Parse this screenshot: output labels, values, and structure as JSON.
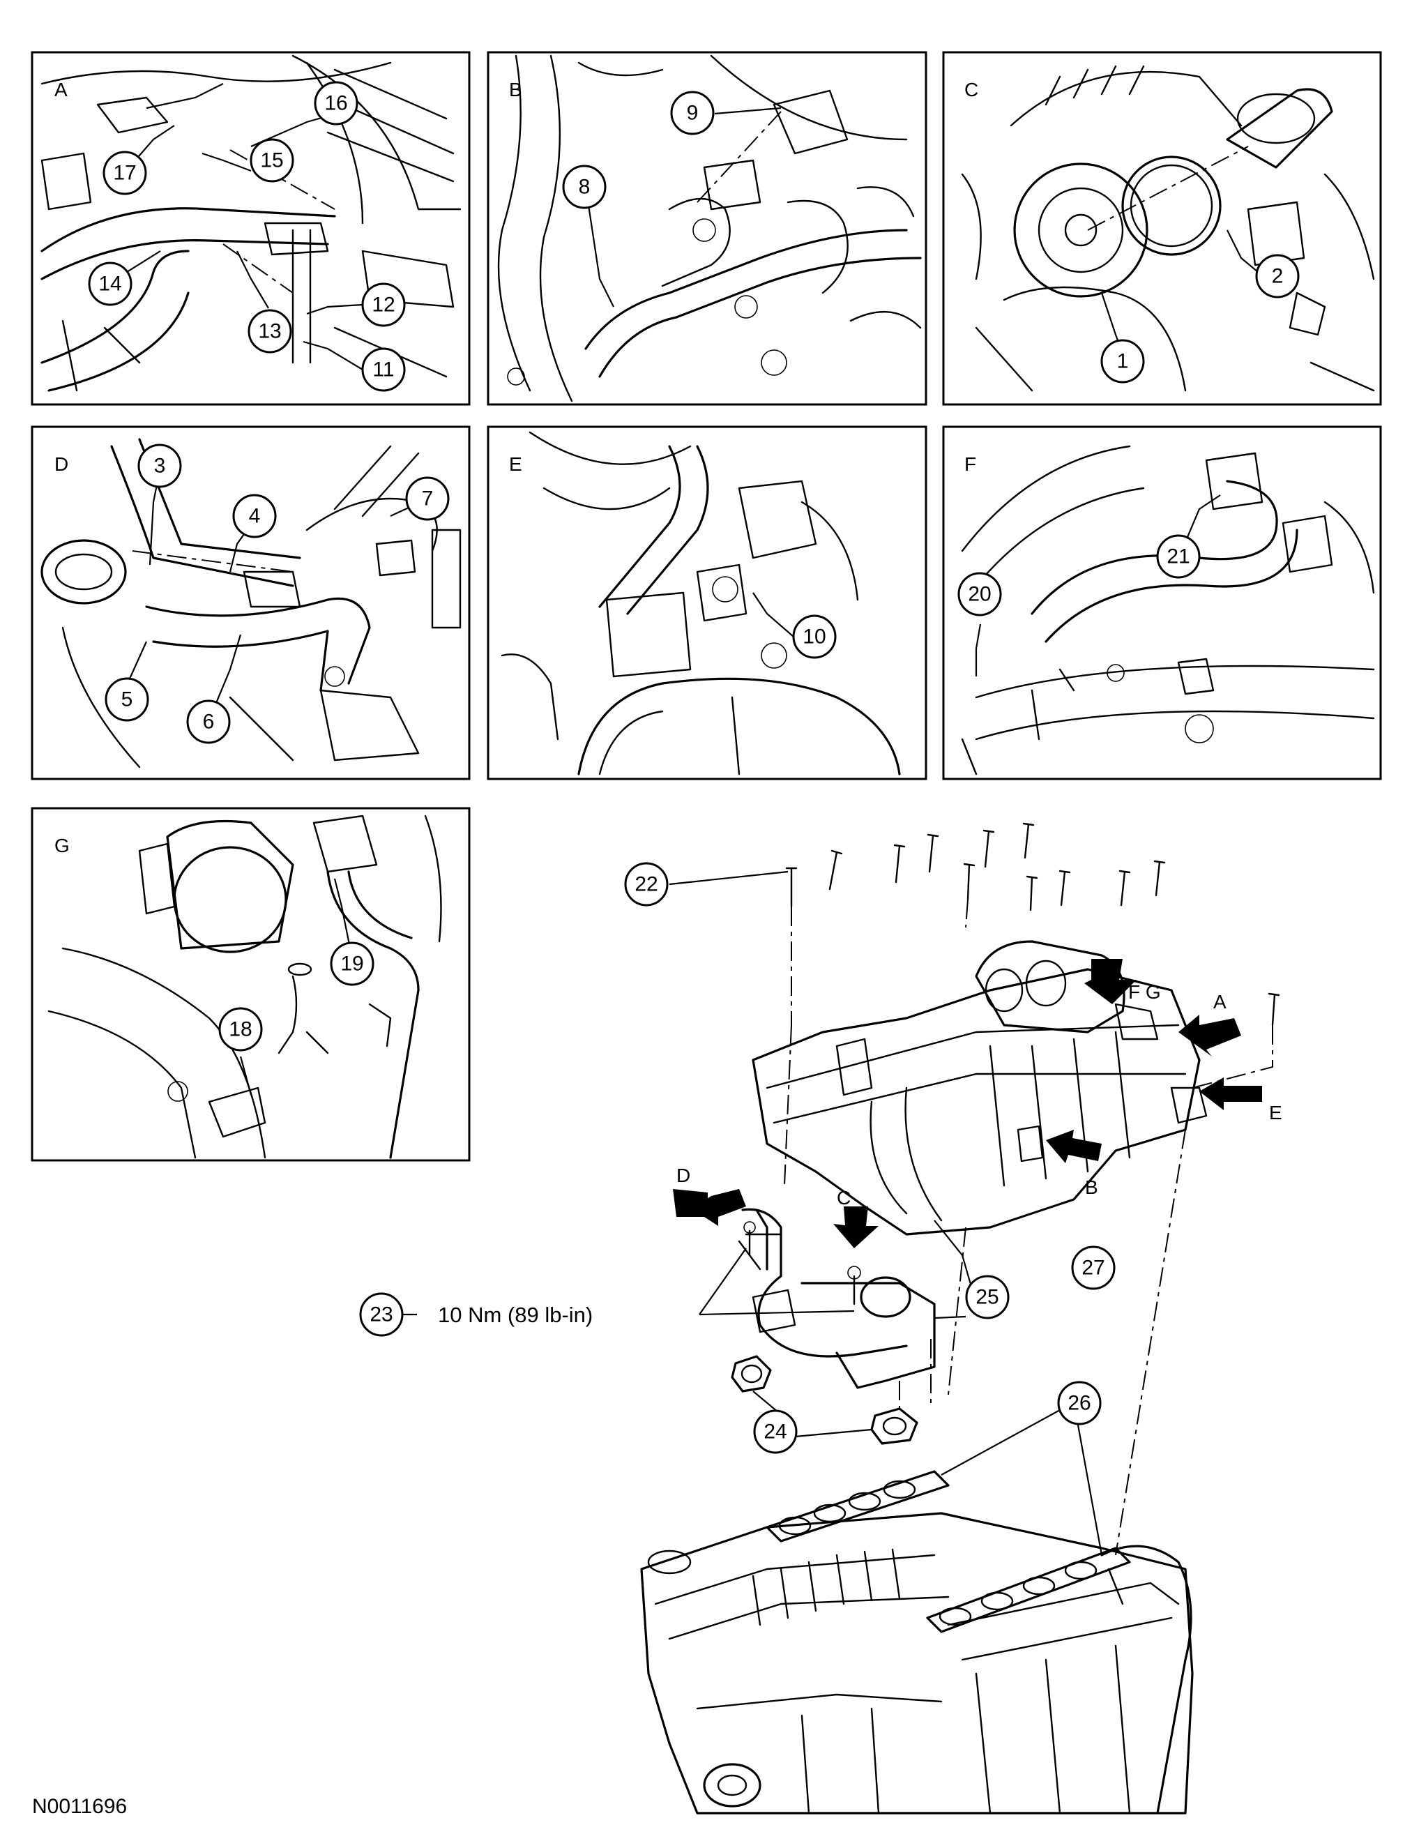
{
  "panels": [
    {
      "id": "A",
      "label": "A"
    },
    {
      "id": "B",
      "label": "B"
    },
    {
      "id": "C",
      "label": "C"
    },
    {
      "id": "D",
      "label": "D"
    },
    {
      "id": "E",
      "label": "E"
    },
    {
      "id": "F",
      "label": "F"
    },
    {
      "id": "G",
      "label": "G"
    }
  ],
  "callouts": {
    "c1": "1",
    "c2": "2",
    "c3": "3",
    "c4": "4",
    "c5": "5",
    "c6": "6",
    "c7": "7",
    "c8": "8",
    "c9": "9",
    "c10": "10",
    "c11": "11",
    "c12": "12",
    "c13": "13",
    "c14": "14",
    "c15": "15",
    "c16": "16",
    "c17": "17",
    "c18": "18",
    "c19": "19",
    "c20": "20",
    "c21": "21",
    "c22": "22",
    "c23": "23",
    "c24": "24",
    "c25": "25",
    "c26": "26",
    "c27": "27"
  },
  "view_arrows": {
    "fg": "F G",
    "a": "A",
    "e": "E",
    "b": "B",
    "c": "C",
    "d": "D"
  },
  "torque_spec": "10 Nm (89 lb-in)",
  "document_id": "N0011696"
}
